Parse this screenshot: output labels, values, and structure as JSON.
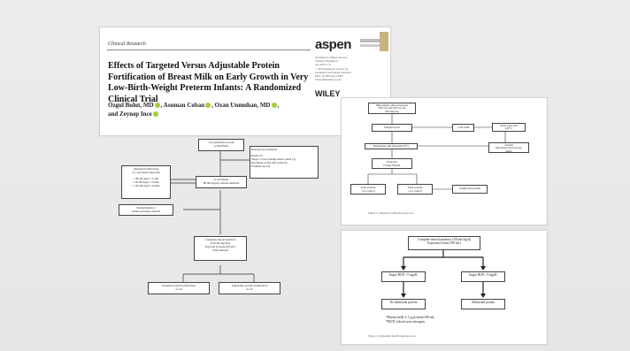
{
  "paper": {
    "section": "Clinical Research",
    "title": "Effects of Targeted Versus Adjustable Protein Fortification of Breast Milk on Early Growth in Very Low-Birth-Weight Preterm Infants: A Randomized Clinical Trial",
    "authors": [
      "Ozgul Bulut, MD",
      "Asuman Coban",
      "Ozan Unmuhan, MD",
      "and Zeynep Ince"
    ],
    "logo": "aspen",
    "journal_lines": [
      "Nutrition in Clinical Practice",
      "Volume 0 Number 0",
      "xxx 2019 1–9",
      "© 2019 American Society for",
      "Parenteral and Enteral Nutrition",
      "DOI: 10.1002/ncp.10307",
      "wileyonlinelibrary.com"
    ],
    "publisher": "WILEY"
  },
  "consort": {
    "assessed": "≤32 gestational weeks\nn=49 infants",
    "exclusion_title": "Reasons for exclusion",
    "exclusion_items": [
      "Death (7)",
      "Stage 1-3 necrotizing enterocolitis (3)",
      "Discharge on the 2nd week (3)",
      "Formula use (3)"
    ],
    "standard": [
      "Standard fortification",
      "(1:1 g/4 units Eoprotin)",
      "",
      "> 80 mL/kg/d =1 unit",
      "> 90 mL/kg/d =3 units",
      "> 140 mL/kg/d =4 units"
    ],
    "enrolled": [
      "n=32 infants",
      "80 mL/kg/day enteral nutrition"
    ],
    "randomization": [
      "Randomization;",
      "Sealed envelope method"
    ],
    "complete": [
      "Complete enteral nutrition",
      "(150 mL/kg/day)",
      "Eoprotin (4 units/100 mL)",
      "Trial initiated"
    ],
    "targeted": [
      "Targeted protein fortification",
      "n=16"
    ],
    "adjustable": [
      "Adjustable protein fortification",
      "n=16"
    ]
  },
  "figure2": {
    "top": [
      "Milk samples collected between",
      "8:00 a.m. and 9:00 a.m. the",
      "following day"
    ],
    "sample": "Sampled pool",
    "first_milk": "1 mL milk",
    "water_bath": [
      "Warm water bath",
      "(40°C)"
    ],
    "analysis": [
      "Analysis",
      "Mid-infrared spectroscopy",
      "(MIA)"
    ],
    "homog": "Homogenize with Ultrasound (5°C)",
    "eoprotin": [
      "Eoprotin",
      "4 units/100 mL"
    ],
    "total1": [
      "Total protein",
      "<3.1 g/kg/d"
    ],
    "total2": [
      "Total protein",
      "≥3.1 g/kg/d"
    ],
    "additional": "Additional protein",
    "caption": "Figure 2. Targeted fortification protocol."
  },
  "figure3": {
    "top": [
      "Complete enteral nutrition (150 mL/kg/d)",
      "Eoprotin (4 units/100 mL)"
    ],
    "left": "Target BUN <5 mg/dL",
    "right": "Target BUN >5 mg/dL",
    "left_result": "No additional protein",
    "right_result": "Additional protein",
    "notes": [
      "*Breast milk 1.1 g protein/100 mL",
      "*BUN, blood urea nitrogen"
    ],
    "caption": "Figure 3. Adjustable fortification protocol."
  }
}
